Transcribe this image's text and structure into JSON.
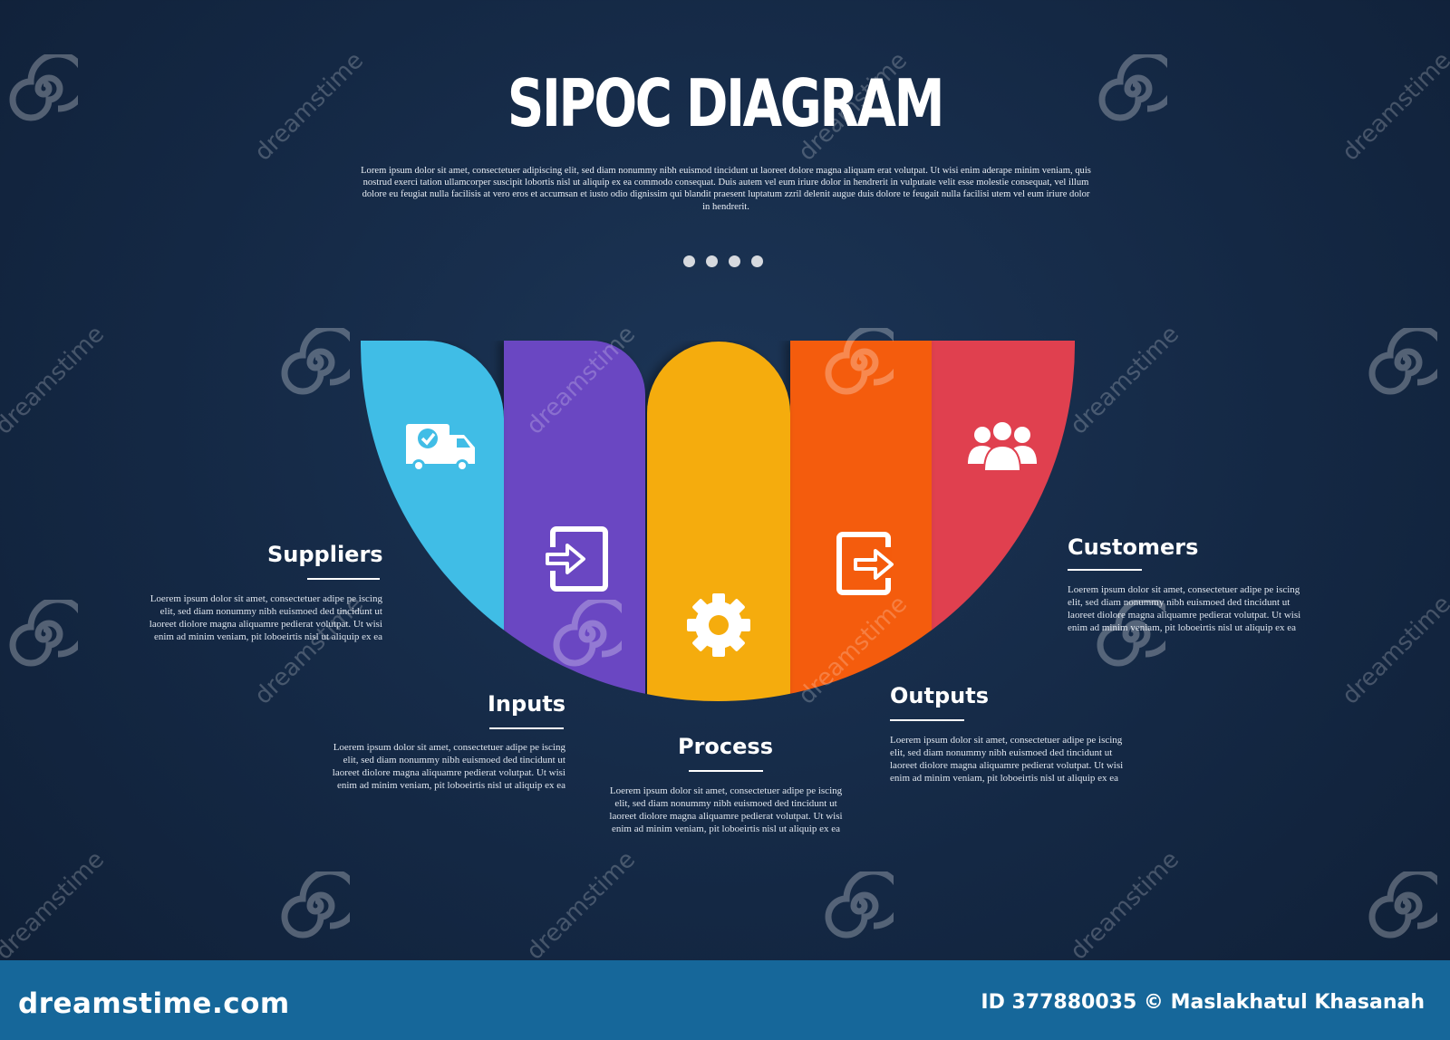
{
  "title": "SIPOC DIAGRAM",
  "intro": "Lorem ipsum dolor sit amet, consectetuer adipiscing elit, sed diam nonummy nibh euismod tincidunt ut laoreet dolore magna aliquam erat volutpat. Ut wisi enim aderape minim veniam, quis nostrud exerci tation ullamcorper suscipit lobortis nisl ut aliquip ex ea commodo consequat. Duis autem vel eum iriure dolor in hendrerit in vulputate velit esse molestie consequat, vel illum dolore eu feugiat nulla facilisis at vero eros et accumsan et iusto odio dignissim qui blandit praesent luptatum zzril delenit augue duis dolore te feugait nulla facilisi utem vel eum iriure dolor in hendrerit.",
  "colors": {
    "background": "#142844",
    "suppliers": "#41bde6",
    "inputs": "#6a46c2",
    "process": "#f5ac0d",
    "outputs": "#f45b0c",
    "customers": "#e0404f",
    "footer": "#16679a"
  },
  "segments": [
    {
      "key": "suppliers",
      "label": "Suppliers",
      "icon": "delivery-truck-icon",
      "text": "Loerem ipsum dolor sit amet, consectetuer adipe pe iscing elit, sed diam nonummy nibh euismoed ded tincidunt ut laoreet diolore magna aliquamre pedierat volutpat. Ut wisi enim ad minim veniam, pit loboeirtis nisl ut aliquip ex ea"
    },
    {
      "key": "inputs",
      "label": "Inputs",
      "icon": "sign-in-icon",
      "text": "Loerem ipsum dolor sit amet, consectetuer adipe pe iscing elit, sed diam nonummy nibh euismoed ded tincidunt ut laoreet diolore magna aliquamre pedierat volutpat. Ut wisi enim ad minim veniam, pit loboeirtis nisl ut aliquip ex ea"
    },
    {
      "key": "process",
      "label": "Process",
      "icon": "gear-icon",
      "text": "Loerem ipsum dolor sit amet, consectetuer adipe pe iscing elit, sed diam nonummy nibh euismoed ded tincidunt ut laoreet diolore magna aliquamre pedierat volutpat. Ut wisi enim ad minim veniam, pit loboeirtis nisl ut aliquip ex ea"
    },
    {
      "key": "outputs",
      "label": "Outputs",
      "icon": "sign-out-icon",
      "text": "Loerem ipsum dolor sit amet, consectetuer adipe pe iscing elit, sed diam nonummy nibh euismoed ded tincidunt ut laoreet diolore magna aliquamre pedierat volutpat. Ut wisi enim ad minim veniam, pit loboeirtis nisl ut aliquip ex ea"
    },
    {
      "key": "customers",
      "label": "Customers",
      "icon": "people-group-icon",
      "text": "Loerem ipsum dolor sit amet, consectetuer adipe pe iscing elit, sed diam nonummy nibh euismoed ded tincidunt ut laoreet diolore magna aliquamre pedierat volutpat. Ut wisi enim ad minim veniam, pit loboeirtis nisl ut aliquip ex ea"
    }
  ],
  "watermark": {
    "brand": "dreamstime",
    "logo": "dreamstime.com",
    "credit": "ID 377880035 © Maslakhatul Khasanah",
    "icon": "dreamstime-swirl-icon"
  }
}
